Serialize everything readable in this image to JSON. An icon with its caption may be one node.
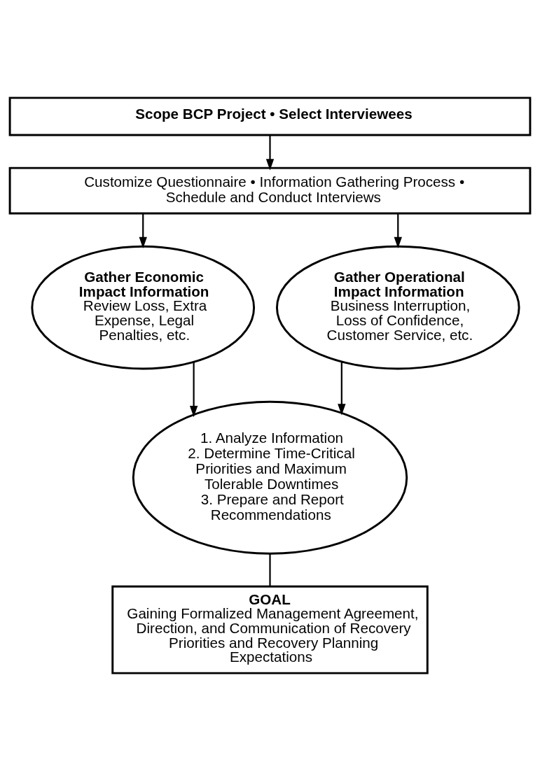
{
  "diagram": {
    "nodes": [
      {
        "text": [
          "Scope BCP Project • Select Interviewees"
        ]
      },
      {
        "text": [
          "Customize Questionnaire • Information Gathering Process • Schedule and Conduct Interviews"
        ]
      },
      {
        "text": [
          "Gather Economic Impact Information",
          "Review Loss, Extra Expense, Legal Penalties, etc."
        ]
      },
      {
        "text": [
          "Gather Operational Impact Information",
          "Business Interruption, Loss of Confidence, Customer Service, etc."
        ]
      },
      {
        "text": [
          "1. Analyze Information",
          "2. Determine Time-Critical Priorities and Maximum Tolerable Downtimes",
          "3. Prepare and Report Recommendations"
        ]
      },
      {
        "text": [
          "GOAL",
          "Gaining Formalized Management Agreement, Direction, and Communication of Recovery Priorities and Recovery Planning Expectations"
        ]
      }
    ],
    "edges": [
      {
        "from": 0,
        "to": 1,
        "arrow": "to"
      },
      {
        "from": 1,
        "to": 2,
        "arrow": "to"
      },
      {
        "from": 1,
        "to": 3,
        "arrow": "to"
      },
      {
        "from": 2,
        "to": 4,
        "arrow": "to"
      },
      {
        "from": 3,
        "to": 4,
        "arrow": "to"
      },
      {
        "from": 4,
        "to": 5,
        "arrow": "none"
      }
    ]
  }
}
